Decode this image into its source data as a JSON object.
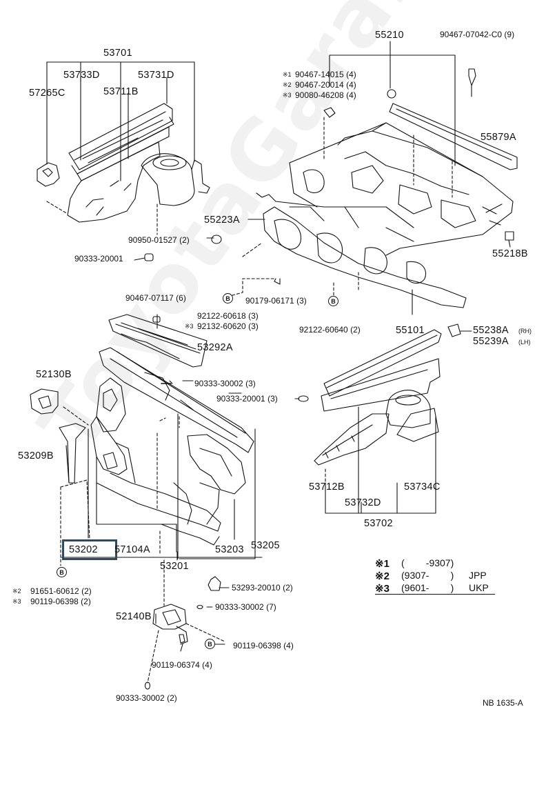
{
  "watermark": "ToyotaGaranti.ru",
  "figure_code": "NB 1635-A",
  "badge_letter": "B",
  "highlighted_part": "53202",
  "labels": {
    "p53701": "53701",
    "p53733D": "53733D",
    "p53731D": "53731D",
    "p57265C": "57265C",
    "p53711B": "53711B",
    "p90950": "90950-01527 (2)",
    "p90333_20001a": "90333-20001",
    "p55210": "55210",
    "p90467_07042": "90467-07042-C0 (9)",
    "n1": "※1",
    "p90467_14015": "90467-14015 (4)",
    "n2": "※2",
    "p90467_20014": "90467-20014 (4)",
    "n3": "※3",
    "p90080_46208": "90080-46208 (4)",
    "p55879A": "55879A",
    "p55223A": "55223A",
    "p55218B": "55218B",
    "p90467_07117": "90467-07117 (6)",
    "p92122_60618": "92122-60618 (3)",
    "n3b": "※3",
    "p92132_60620": "92132-60620 (3)",
    "p90179_06171": "90179-06171 (3)",
    "p92122_60640": "92122-60640 (2)",
    "p55101": "55101",
    "p55238A": "55238A",
    "p55238A_rh": "(RH)",
    "p55239A": "55239A",
    "p55239A_lh": "(LH)",
    "p53292A": "53292A",
    "p52130B": "52130B",
    "p90333_30002a": "90333-30002 (3)",
    "p90333_20001b": "90333-20001 (3)",
    "p53209B": "53209B",
    "p53712B": "53712B",
    "p53734C": "53734C",
    "p53732D": "53732D",
    "p53702": "53702",
    "p53202": "53202",
    "p57104A": "57104A",
    "p53203": "53203",
    "p53205": "53205",
    "p53201": "53201",
    "n2b": "※2",
    "p91651_60612": "91651-60612 (2)",
    "n3c": "※3",
    "p90119_06398a": "90119-06398 (2)",
    "p53293_20010": "53293-20010 (2)",
    "p90333_30002b": "90333-30002 (7)",
    "p52140B": "52140B",
    "p90119_06398b": "90119-06398 (4)",
    "p90119_06374": "90119-06374 (4)",
    "p90333_30002c": "90333-30002 (2)"
  },
  "legend": [
    {
      "mark": "※1",
      "range": "(        -9307)",
      "market": ""
    },
    {
      "mark": "※2",
      "range": "(9307-        )",
      "market": "JPP"
    },
    {
      "mark": "※3",
      "range": "(9601-        )",
      "market": "UKP"
    }
  ]
}
